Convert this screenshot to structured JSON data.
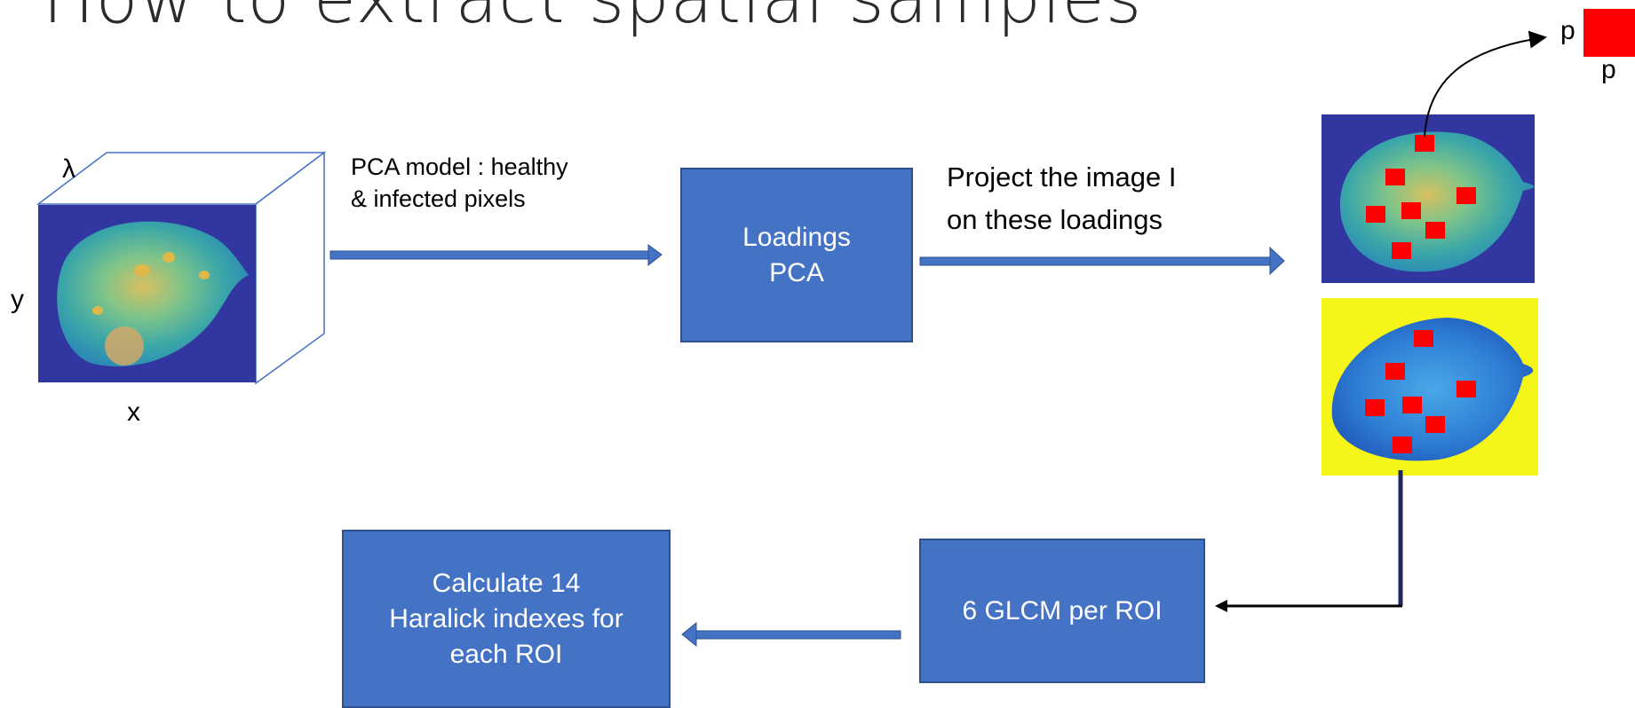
{
  "title": "How to extract spatial samples",
  "cube": {
    "lambda_label": "λ",
    "y_label": "y",
    "x_label": "x"
  },
  "arrow1_label": "PCA model :  healthy\n& infected pixels",
  "loadings_box": "Loadings\nPCA",
  "arrow2_label": "Project the image I\non these loadings",
  "roi_legend": {
    "p_top": "p",
    "p_bottom": "p"
  },
  "glcm_box": "6 GLCM per ROI",
  "haralick_box": "Calculate 14\nHaralick indexes for\neach ROI",
  "colors": {
    "box_fill": "#4472c4",
    "box_border": "#2f528f",
    "roi_red": "#ff0000",
    "image_bg_blue": "#3236a0",
    "image_bg_yellow": "#f5f51a"
  }
}
